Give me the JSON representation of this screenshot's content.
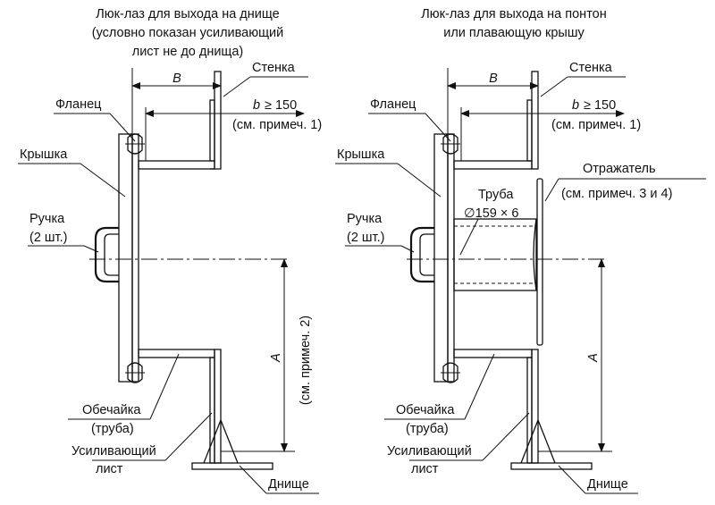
{
  "left": {
    "title_1": "Люк-лаз для выхода на днище",
    "title_2": "(условно показан усиливающий",
    "title_3": "лист не до днища)",
    "stenka": "Стенка",
    "flanets": "Фланец",
    "dim_B": "B",
    "dim_b": "b",
    "dim_b_cond": "≥ 150",
    "note_1": "(см. примеч. 1)",
    "kryshka": "Крышка",
    "ruchka": "Ручка",
    "ruchka_qty": "(2 шт.)",
    "dim_A": "A",
    "note_2": "(см. примеч. 2)",
    "obechaika": "Обечайка",
    "truba": "(труба)",
    "usil_1": "Усиливающий",
    "usil_2": "лист",
    "dnische": "Днище"
  },
  "right": {
    "title_1": "Люк-лаз для выхода на понтон",
    "title_2": "или плавающую крышу",
    "stenka": "Стенка",
    "flanets": "Фланец",
    "dim_B": "B",
    "dim_b": "b",
    "dim_b_cond": "≥ 150",
    "note_1": "(см. примеч. 1)",
    "kryshka": "Крышка",
    "otrazhatel": "Отражатель",
    "note_34": "(см. примеч. 3 и 4)",
    "truba": "Труба",
    "truba_size": "∅159 × 6",
    "ruchka": "Ручка",
    "ruchka_qty": "(2 шт.)",
    "dim_A": "A",
    "obechaika": "Обечайка",
    "truba_paren": "(труба)",
    "usil_1": "Усиливающий",
    "usil_2": "лист",
    "dnische": "Днище"
  }
}
